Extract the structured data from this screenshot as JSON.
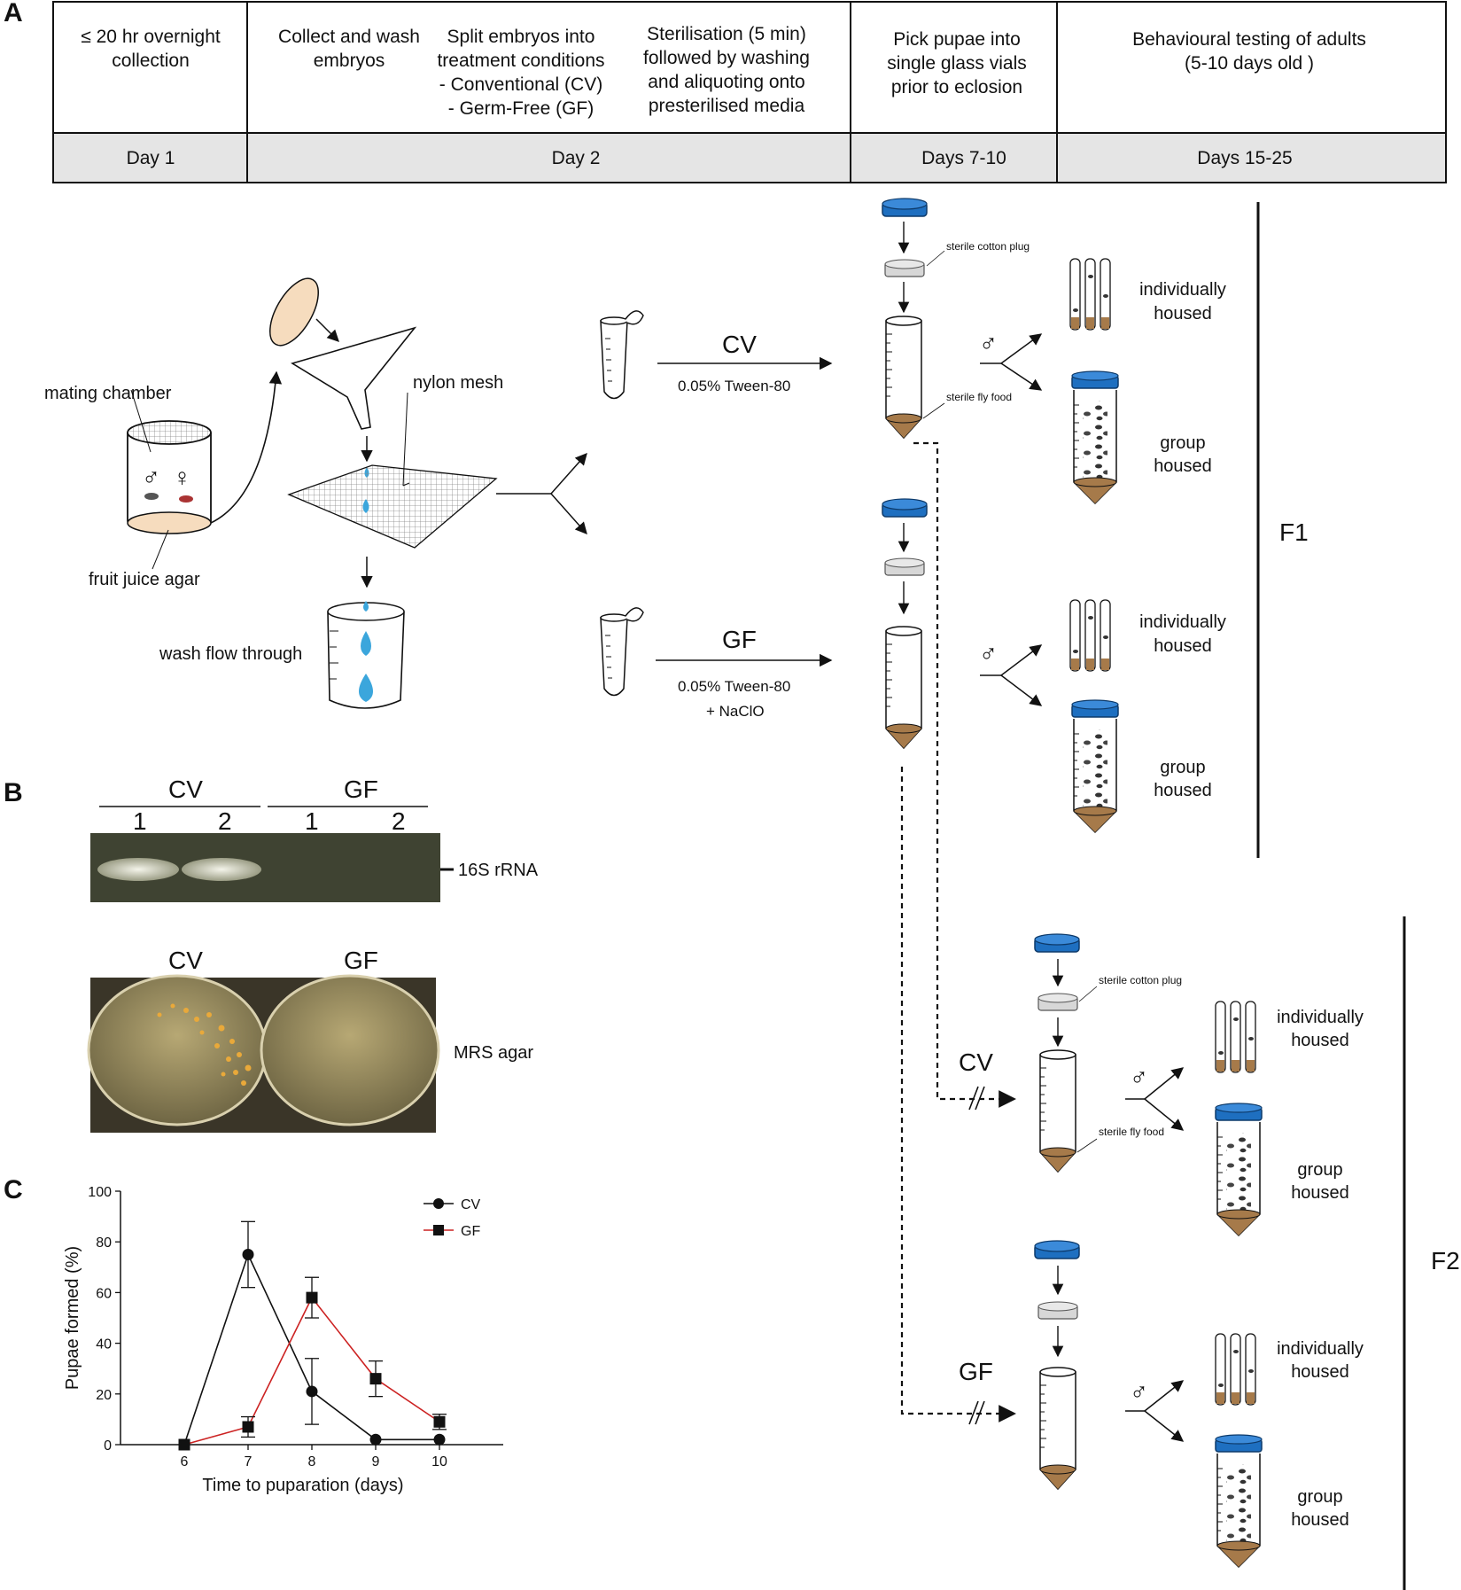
{
  "panels": {
    "a": "A",
    "b": "B",
    "c": "C"
  },
  "timeline": {
    "step1": [
      "≤ 20 hr overnight",
      "collection"
    ],
    "step2a": [
      "Collect and wash",
      "embryos"
    ],
    "step2b": [
      "Split embryos into",
      "treatment conditions",
      "- Conventional (CV)",
      "- Germ-Free (GF)"
    ],
    "step2c": [
      "Sterilisation (5 min)",
      "followed by washing",
      "and aliquoting onto",
      "presterilised media"
    ],
    "step3": [
      "Pick pupae into",
      "single glass vials",
      "prior to eclosion"
    ],
    "step4": [
      "Behavioural testing of  adults",
      "(5-10 days old )"
    ],
    "days": [
      "Day 1",
      "Day 2",
      "Days 7-10",
      "Days 15-25"
    ]
  },
  "workflow": {
    "mating_chamber": "mating chamber",
    "fruit_juice_agar": "fruit juice agar",
    "nylon_mesh": "nylon mesh",
    "wash_flow_through": "wash flow through",
    "cv": "CV",
    "gf": "GF",
    "tween": "0.05% Tween-80",
    "tween_gf": "0.05% Tween-80",
    "naclo": "+ NaClO",
    "sterile_cotton_plug": "sterile cotton plug",
    "sterile_fly_food": "sterile fly food",
    "individually": "individually",
    "housed": "housed",
    "group": "group",
    "male_symbol": "♂",
    "female_symbol": "♀",
    "f1": "F1",
    "f2": "F2"
  },
  "gel": {
    "cv": "CV",
    "gf": "GF",
    "lanes": [
      "1",
      "2",
      "1",
      "2"
    ],
    "band_label": "16S rRNA"
  },
  "plates": {
    "cv": "CV",
    "gf": "GF",
    "label": "MRS agar"
  },
  "chart_data": {
    "type": "line",
    "title": "",
    "xlabel": "Time to puparation (days)",
    "ylabel": "Pupae formed (%)",
    "x": [
      6,
      7,
      8,
      9,
      10
    ],
    "xticks": [
      "6",
      "7",
      "8",
      "9",
      "10"
    ],
    "yticks": [
      "0",
      "20",
      "40",
      "60",
      "80",
      "100"
    ],
    "ylim": [
      0,
      100
    ],
    "xlim": [
      5,
      11
    ],
    "legend_position": "top-right",
    "series": [
      {
        "name": "CV",
        "marker": "circle",
        "color": "#111111",
        "values": [
          0,
          75,
          21,
          2,
          2
        ],
        "err": [
          0,
          13,
          13,
          0,
          0
        ]
      },
      {
        "name": "GF",
        "marker": "square",
        "color": "#cc2222",
        "values": [
          0,
          7,
          58,
          26,
          9
        ],
        "err": [
          0,
          4,
          8,
          7,
          3
        ]
      }
    ]
  }
}
